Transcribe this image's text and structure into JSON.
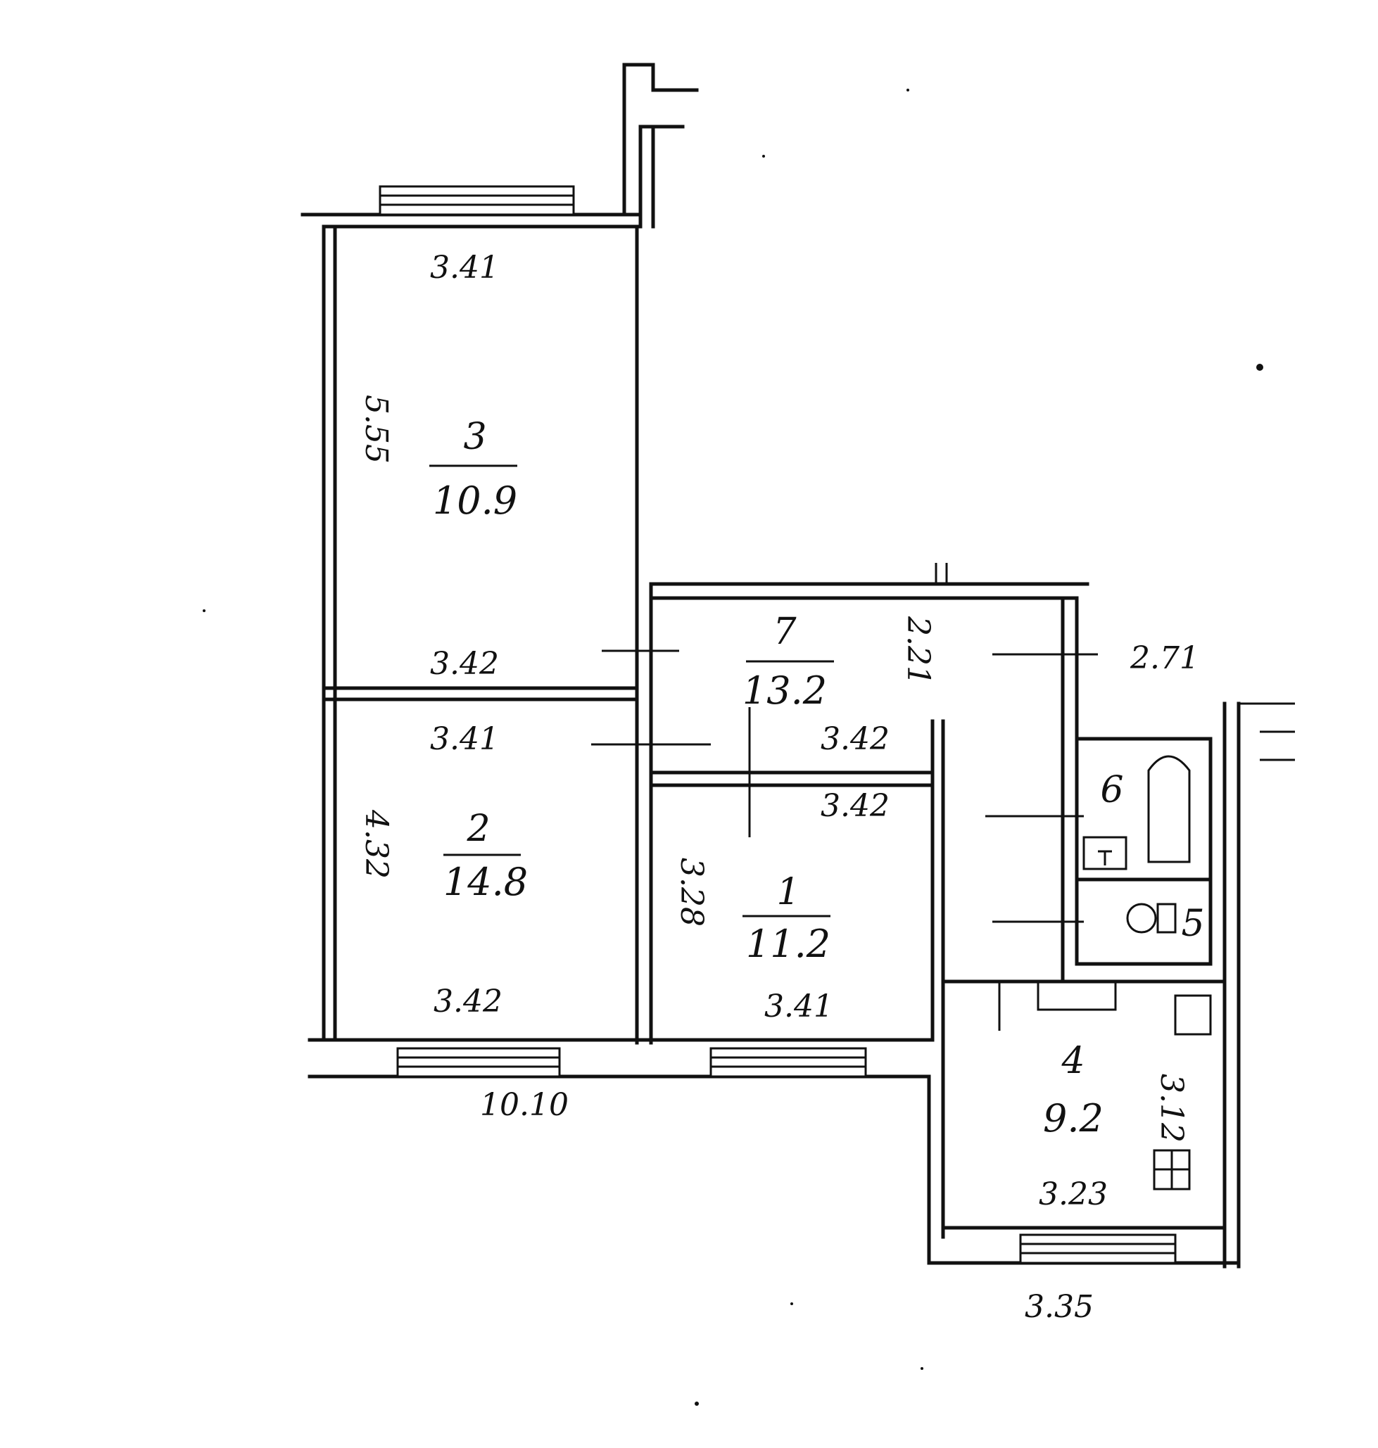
{
  "rooms": [
    {
      "number": "1",
      "area": "11.2"
    },
    {
      "number": "2",
      "area": "14.8"
    },
    {
      "number": "3",
      "area": "10.9"
    },
    {
      "number": "4",
      "area": "9.2"
    },
    {
      "number": "5",
      "area": ""
    },
    {
      "number": "6",
      "area": ""
    },
    {
      "number": "7",
      "area": "13.2"
    }
  ],
  "dimensions": {
    "room3_top": "3.41",
    "room3_side": "5.55",
    "room3_bottom": "3.42",
    "room2_top": "3.41",
    "room2_side": "4.32",
    "room2_bottom": "3.42",
    "room7_bottom": "3.42",
    "room7_side": "2.21",
    "room7_right": "2.71",
    "room1_top": "3.42",
    "room1_side": "3.28",
    "room1_bottom": "3.41",
    "room4_side": "3.12",
    "room4_bottom": "3.23",
    "outer_bottom": "3.35",
    "overall_left": "10.10"
  },
  "colors": {
    "line": "#111111",
    "paper": "#ffffff"
  }
}
